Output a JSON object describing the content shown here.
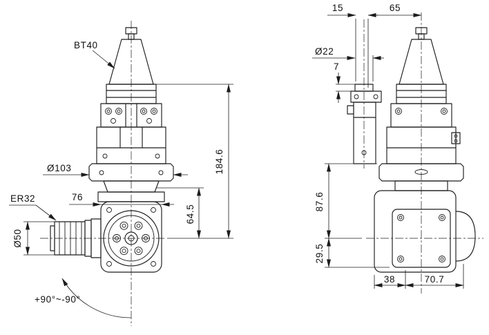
{
  "colors": {
    "line": "#1c1c1c",
    "background": "#ffffff"
  },
  "front_view": {
    "taper_label": "BT40",
    "flange_diameter": "Ø103",
    "body_width": "76",
    "collet_label": "ER32",
    "collet_diameter": "Ø50",
    "overall_height": "184.6",
    "head_height": "64.5",
    "swivel_range": "+90°~-90°"
  },
  "side_view": {
    "nose_offset": "15",
    "center_distance": "65",
    "spindle_diameter": "Ø22",
    "nose_protrusion": "7",
    "body_height": "87.6",
    "head_offset": "29.5",
    "head_width_rear": "38",
    "head_width_front": "70.7"
  }
}
